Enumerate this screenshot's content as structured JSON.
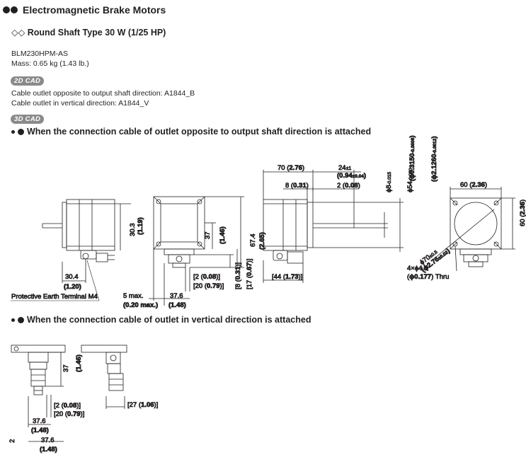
{
  "header": {
    "title": "Electromagnetic Brake Motors",
    "subtitle": "Round Shaft Type 30 W (1/25 HP)"
  },
  "product": {
    "model": "BLM230HPM-AS",
    "mass": "Mass: 0.65 kg (1.43 lb.)"
  },
  "badges": {
    "cad2d": "2D CAD",
    "cad3d": "3D CAD"
  },
  "cad_files": {
    "line1": "Cable outlet opposite to output shaft direction: A1844_B",
    "line2": "Cable outlet in vertical direction: A1844_V"
  },
  "sections": {
    "opposite": "When the connection cable of outlet opposite to output shaft direction is attached",
    "vertical": "When the connection cable of outlet in vertical direction is attached"
  },
  "dims": {
    "d30_3": "30.3",
    "d1_19": "1.19",
    "d30_4": "30.4",
    "d1_20": "1.20",
    "pe_label": "Protective Earth Terminal M4",
    "d37": "37",
    "d1_46": "1.46",
    "d67_4": "67.4",
    "d2_65": "2.65",
    "d2": "2",
    "d0_08": "0.08",
    "d20": "20",
    "d0_79": "0.79",
    "d8": "8",
    "d0_31": "0.31",
    "d17": "17",
    "d0_67": "0.67",
    "d5max": "5 max.",
    "d0_20max": "0.20",
    "max": "max.",
    "d37_6": "37.6",
    "d1_48": "1.48",
    "d70": "70",
    "d2_76": "2.76",
    "d24": "24",
    "pm1": "±1",
    "d0_94": "0.94",
    "pm004": "±0.04",
    "d8b": "8",
    "d0_31b": "0.31",
    "d2b": "2",
    "d0_08b": "0.08",
    "d44": "44",
    "d1_73": "1.73",
    "phi8": "ϕ8",
    "phi8_tol": "-0.015",
    "phi0_3150": "ϕ0.3150",
    "phi0_3150_tol": "-0.0006",
    "phi54": "ϕ54",
    "phi54_tol": "-0.030",
    "phi2_1260": "ϕ2.1260",
    "phi2_1260_tol": "-0.0012",
    "d60": "60",
    "d2_36": "2.36",
    "phi70": "ϕ70",
    "phi70_tol": "±0.5",
    "phi2_76": "ϕ2.76",
    "phi2_76_tol": "±0.02",
    "holes": "4×ϕ4.5",
    "holes_in": "ϕ0.177",
    "thru": "Thru",
    "d27": "27",
    "d1_06": "1.06"
  }
}
